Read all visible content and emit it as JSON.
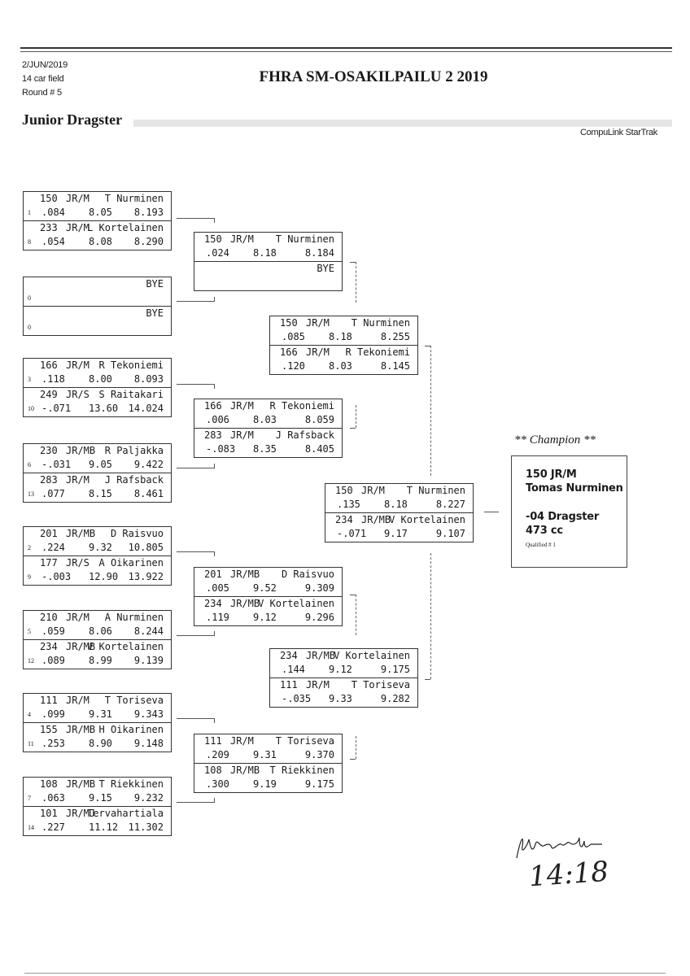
{
  "header": {
    "date": "2/JUN/2019",
    "field": "14 car field",
    "round": "Round # 5",
    "title": "FHRA SM-OSAKILPAILU 2 2019",
    "class_title": "Junior Dragster",
    "software": "CompuLink StarTrak"
  },
  "round1": [
    {
      "a": {
        "seed": "1",
        "num": "150",
        "cls": "JR/M",
        "name": "T Nurminen",
        "rt": ".084",
        "et": "8.05",
        "fin": "8.193"
      },
      "b": {
        "seed": "8",
        "num": "233",
        "cls": "JR/M",
        "name": "L Kortelainen",
        "rt": ".054",
        "et": "8.08",
        "fin": "8.290"
      }
    },
    {
      "a": {
        "seed": "0",
        "num": "",
        "cls": "",
        "name": "BYE",
        "rt": "",
        "et": "",
        "fin": ""
      },
      "b": {
        "seed": "0",
        "num": "",
        "cls": "",
        "name": "BYE",
        "rt": "",
        "et": "",
        "fin": ""
      }
    },
    {
      "a": {
        "seed": "3",
        "num": "166",
        "cls": "JR/M",
        "name": "R Tekoniemi",
        "rt": ".118",
        "et": "8.00",
        "fin": "8.093"
      },
      "b": {
        "seed": "10",
        "num": "249",
        "cls": "JR/S",
        "name": "S Raitakari",
        "rt": "-.071",
        "et": "13.60",
        "fin": "14.024"
      }
    },
    {
      "a": {
        "seed": "6",
        "num": "230",
        "cls": "JR/MB",
        "name": "R Paljakka",
        "rt": "-.031",
        "et": "9.05",
        "fin": "9.422"
      },
      "b": {
        "seed": "13",
        "num": "283",
        "cls": "JR/M",
        "name": "J Rafsback",
        "rt": ".077",
        "et": "8.15",
        "fin": "8.461"
      }
    },
    {
      "a": {
        "seed": "2",
        "num": "201",
        "cls": "JR/MB",
        "name": "D Raisvuo",
        "rt": ".224",
        "et": "9.32",
        "fin": "10.805"
      },
      "b": {
        "seed": "9",
        "num": "177",
        "cls": "JR/S",
        "name": "A Oikarinen",
        "rt": "-.003",
        "et": "12.90",
        "fin": "13.922"
      }
    },
    {
      "a": {
        "seed": "5",
        "num": "210",
        "cls": "JR/M",
        "name": "A Nurminen",
        "rt": ".059",
        "et": "8.06",
        "fin": "8.244"
      },
      "b": {
        "seed": "12",
        "num": "234",
        "cls": "JR/MB",
        "name": "V Kortelainen",
        "rt": ".089",
        "et": "8.99",
        "fin": "9.139"
      }
    },
    {
      "a": {
        "seed": "4",
        "num": "111",
        "cls": "JR/M",
        "name": "T Toriseva",
        "rt": ".099",
        "et": "9.31",
        "fin": "9.343"
      },
      "b": {
        "seed": "11",
        "num": "155",
        "cls": "JR/MB",
        "name": "H Oikarinen",
        "rt": ".253",
        "et": "8.90",
        "fin": "9.148"
      }
    },
    {
      "a": {
        "seed": "7",
        "num": "108",
        "cls": "JR/MB",
        "name": "T Riekkinen",
        "rt": ".063",
        "et": "9.15",
        "fin": "9.232"
      },
      "b": {
        "seed": "14",
        "num": "101",
        "cls": "JR/MJ",
        "name": "Tervahartiala",
        "rt": ".227",
        "et": "11.12",
        "fin": "11.302"
      }
    }
  ],
  "round2": [
    {
      "a": {
        "num": "150",
        "cls": "JR/M",
        "name": "T Nurminen",
        "rt": ".024",
        "et": "8.18",
        "fin": "8.184"
      },
      "b": {
        "num": "",
        "cls": "",
        "name": "BYE",
        "rt": "",
        "et": "",
        "fin": ""
      }
    },
    {
      "a": {
        "num": "166",
        "cls": "JR/M",
        "name": "R Tekoniemi",
        "rt": ".006",
        "et": "8.03",
        "fin": "8.059"
      },
      "b": {
        "num": "283",
        "cls": "JR/M",
        "name": "J Rafsback",
        "rt": "-.083",
        "et": "8.35",
        "fin": "8.405"
      }
    },
    {
      "a": {
        "num": "201",
        "cls": "JR/MB",
        "name": "D Raisvuo",
        "rt": ".005",
        "et": "9.52",
        "fin": "9.309"
      },
      "b": {
        "num": "234",
        "cls": "JR/MB",
        "name": "V Kortelainen",
        "rt": ".119",
        "et": "9.12",
        "fin": "9.296"
      }
    },
    {
      "a": {
        "num": "111",
        "cls": "JR/M",
        "name": "T Toriseva",
        "rt": ".209",
        "et": "9.31",
        "fin": "9.370"
      },
      "b": {
        "num": "108",
        "cls": "JR/MB",
        "name": "T Riekkinen",
        "rt": ".300",
        "et": "9.19",
        "fin": "9.175"
      }
    }
  ],
  "round3": [
    {
      "a": {
        "num": "150",
        "cls": "JR/M",
        "name": "T Nurminen",
        "rt": ".085",
        "et": "8.18",
        "fin": "8.255"
      },
      "b": {
        "num": "166",
        "cls": "JR/M",
        "name": "R Tekoniemi",
        "rt": ".120",
        "et": "8.03",
        "fin": "8.145"
      }
    },
    {
      "a": {
        "num": "234",
        "cls": "JR/MB",
        "name": "V Kortelainen",
        "rt": ".144",
        "et": "9.12",
        "fin": "9.175"
      },
      "b": {
        "num": "111",
        "cls": "JR/M",
        "name": "T Toriseva",
        "rt": "-.035",
        "et": "9.33",
        "fin": "9.282"
      }
    }
  ],
  "final": [
    {
      "a": {
        "num": "150",
        "cls": "JR/M",
        "name": "T Nurminen",
        "rt": ".135",
        "et": "8.18",
        "fin": "8.227"
      },
      "b": {
        "num": "234",
        "cls": "JR/MB",
        "name": "V Kortelainen",
        "rt": "-.071",
        "et": "9.17",
        "fin": "9.107"
      }
    }
  ],
  "champion": {
    "heading": "** Champion **",
    "car": "150   JR/M",
    "driver": "Tomas Nurminen",
    "vehicle": "-04 Dragster",
    "engine": "473 cc",
    "qualified": "Qualified # 1"
  },
  "annotation": {
    "time": "14:18"
  }
}
